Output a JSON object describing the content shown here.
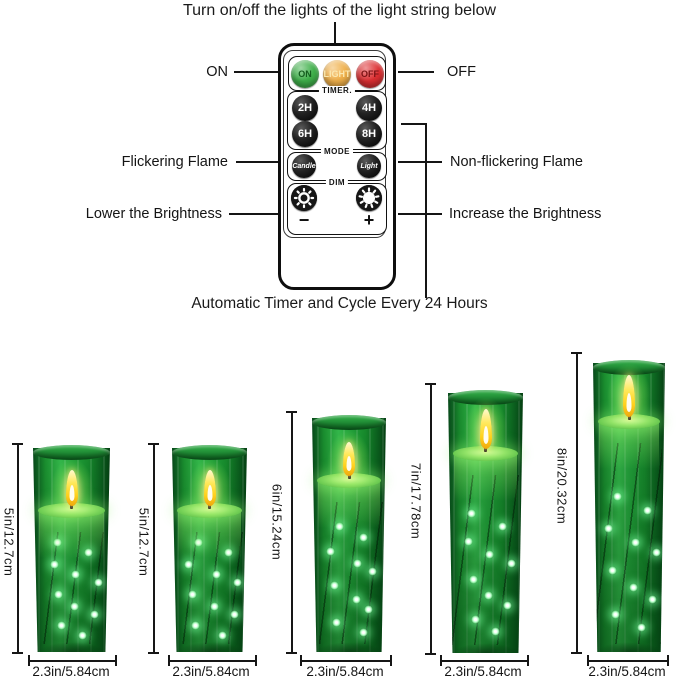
{
  "captions": {
    "top": "Turn on/off the lights of the light string below",
    "bottom": "Automatic Timer and Cycle Every 24 Hours"
  },
  "annotations": {
    "on": "ON",
    "off": "OFF",
    "flickering": "Flickering Flame",
    "non_flickering": "Non-flickering Flame",
    "lower_brightness": "Lower the Brightness",
    "increase_brightness": "Increase the Brightness"
  },
  "remote": {
    "power_buttons": [
      {
        "label": "ON",
        "bg": "#3fb04a",
        "fg": "#135c1d"
      },
      {
        "label": "LIGHT",
        "bg": "#f0b04a",
        "fg": "#fbe8b0"
      },
      {
        "label": "OFF",
        "bg": "#dd2f32",
        "fg": "#7a1214"
      }
    ],
    "timer": {
      "label": "TIMER.",
      "buttons": [
        "2H",
        "4H",
        "6H",
        "8H"
      ]
    },
    "mode": {
      "label": "MODE",
      "buttons": [
        "Candle",
        "Light"
      ]
    },
    "dim": {
      "label": "DIM",
      "decrease": "−",
      "increase": "+",
      "icons": [
        "dim-sun-icon",
        "bright-sun-icon"
      ]
    }
  },
  "candles": [
    {
      "height_label": "5in/12.7cm",
      "diameter_label": "2.3in/5.84cm"
    },
    {
      "height_label": "5in/12.7cm",
      "diameter_label": "2.3in/5.84cm"
    },
    {
      "height_label": "6in/15.24cm",
      "diameter_label": "2.3in/5.84cm"
    },
    {
      "height_label": "7in/17.78cm",
      "diameter_label": "2.3in/5.84cm"
    },
    {
      "height_label": "8in/20.32cm",
      "diameter_label": "2.3in/5.84cm"
    }
  ],
  "colors": {
    "candle_green": "#1f9333",
    "led_glow": "#8dffa3",
    "flame_yellow": "#ffdf3c",
    "line_black": "#151515"
  }
}
